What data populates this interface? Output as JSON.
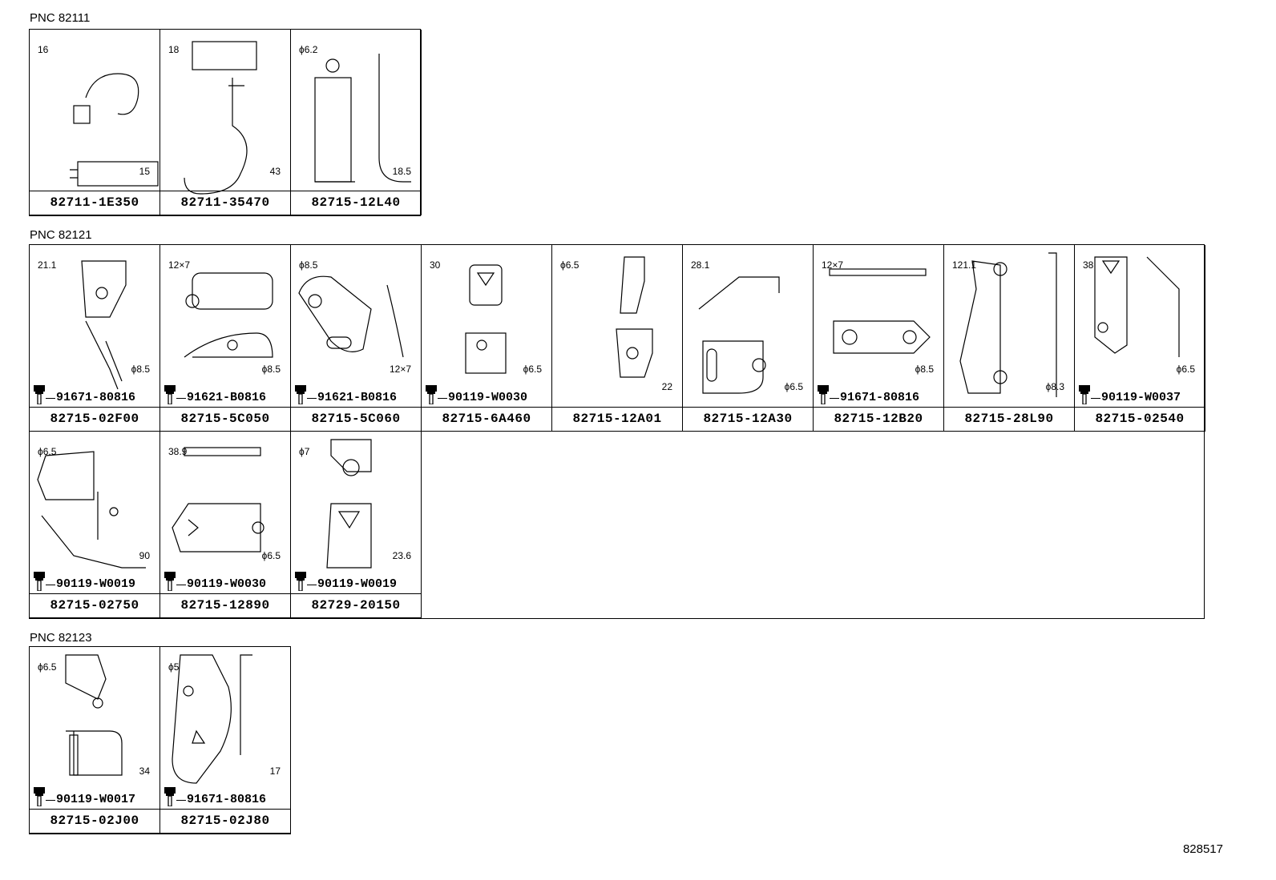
{
  "sections": [
    {
      "title": "PNC 82111",
      "parts": [
        {
          "part_number": "82711-1E350",
          "bolt": "",
          "dims": [
            "16",
            "15"
          ]
        },
        {
          "part_number": "82711-35470",
          "bolt": "",
          "dims": [
            "18",
            "43"
          ]
        },
        {
          "part_number": "82715-12L40",
          "bolt": "",
          "dims": [
            "ϕ6.2",
            "18.5"
          ]
        }
      ]
    },
    {
      "title": "PNC 82121",
      "parts": [
        {
          "part_number": "82715-02F00",
          "bolt": "91671-80816",
          "dims": [
            "21.1",
            "ϕ8.5"
          ]
        },
        {
          "part_number": "82715-5C050",
          "bolt": "91621-B0816",
          "dims": [
            "12×7",
            "ϕ8.5"
          ]
        },
        {
          "part_number": "82715-5C060",
          "bolt": "91621-B0816",
          "dims": [
            "ϕ8.5",
            "12×7"
          ]
        },
        {
          "part_number": "82715-6A460",
          "bolt": "90119-W0030",
          "dims": [
            "30",
            "ϕ6.5"
          ]
        },
        {
          "part_number": "82715-12A01",
          "bolt": "",
          "dims": [
            "ϕ6.5",
            "22"
          ]
        },
        {
          "part_number": "82715-12A30",
          "bolt": "",
          "dims": [
            "28.1",
            "ϕ6.5"
          ]
        },
        {
          "part_number": "82715-12B20",
          "bolt": "91671-80816",
          "dims": [
            "12×7",
            "ϕ8.5"
          ]
        },
        {
          "part_number": "82715-28L90",
          "bolt": "",
          "dims": [
            "121.1",
            "ϕ8.3"
          ]
        },
        {
          "part_number": "82715-02540",
          "bolt": "90119-W0037",
          "dims": [
            "38",
            "ϕ6.5"
          ]
        },
        {
          "part_number": "82715-02750",
          "bolt": "90119-W0019",
          "dims": [
            "ϕ6.5",
            "90"
          ]
        },
        {
          "part_number": "82715-12890",
          "bolt": "90119-W0030",
          "dims": [
            "38.9",
            "ϕ6.5"
          ]
        },
        {
          "part_number": "82729-20150",
          "bolt": "90119-W0019",
          "dims": [
            "ϕ7",
            "23.6"
          ]
        }
      ]
    },
    {
      "title": "PNC 82123",
      "parts": [
        {
          "part_number": "82715-02J00",
          "bolt": "90119-W0017",
          "dims": [
            "ϕ6.5",
            "34"
          ]
        },
        {
          "part_number": "82715-02J80",
          "bolt": "91671-80816",
          "dims": [
            "ϕ5",
            "17"
          ]
        }
      ]
    }
  ],
  "reference": "828517"
}
